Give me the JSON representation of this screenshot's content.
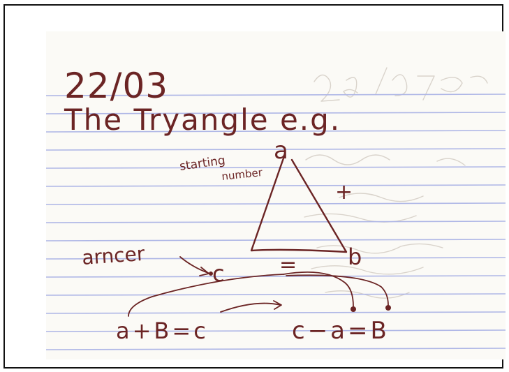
{
  "note": {
    "date": "22/03",
    "title": "The Tryangle e.g.",
    "vertex_top": "a",
    "starting_label_line1": "starting",
    "starting_label_line2": "number",
    "plus_sign": "+",
    "vertex_right": "b",
    "answer_label": "arncer",
    "vertex_bottom": "c",
    "equals_sign": "=",
    "equation_left": "a+B=c",
    "equation_right": "c−a=B"
  },
  "colors": {
    "ink": "#6b2424",
    "rule_lines": "#aeb6e6",
    "paper": "#fbfaf6",
    "bleed_through": "#d9d3cb"
  }
}
